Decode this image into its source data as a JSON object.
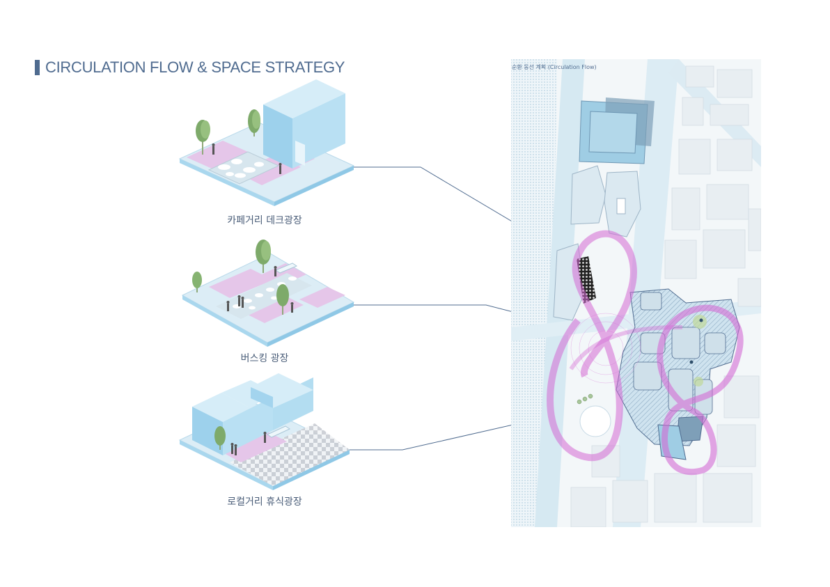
{
  "header": {
    "title": "CIRCULATION FLOW & SPACE STRATEGY"
  },
  "scenes": [
    {
      "caption": "카페거리 데크광장"
    },
    {
      "caption": "버스킹 광장"
    },
    {
      "caption": "로컬거리 휴식광장"
    }
  ],
  "map": {
    "label": "순환 동선 계획  (Circulation Flow)"
  },
  "colors": {
    "accent": "#4f6b8f",
    "flow": "#d46ad4",
    "building": "#a9d8ee",
    "paving": "#ddeef6"
  }
}
